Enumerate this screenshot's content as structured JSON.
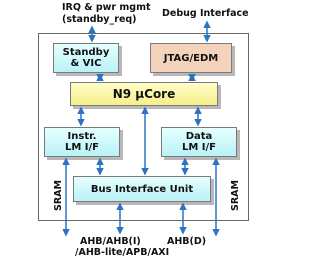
{
  "labels": {
    "irq_line1": "IRQ & pwr mgmt",
    "irq_line2": "(standby_req)",
    "debug": "Debug Interface",
    "standby_line1": "Standby",
    "standby_line2": "& VIC",
    "jtag": "JTAG/EDM",
    "core": "N9 µCore",
    "instr_line1": "Instr.",
    "instr_line2": "LM I/F",
    "data_line1": "Data",
    "data_line2": "LM I/F",
    "biu": "Bus Interface Unit",
    "sram_left": "SRAM",
    "sram_right": "SRAM",
    "ahb_line1": "AHB/AHB(I)",
    "ahb_line2": "/AHB-lite/APB/AXI",
    "ahb_d": "AHB(D)"
  },
  "colors": {
    "arrow": "#2c73c4",
    "cyan_block": "#c8f5f9",
    "jtag_block": "#f4d3bd",
    "core_block": "#faf4a0"
  }
}
